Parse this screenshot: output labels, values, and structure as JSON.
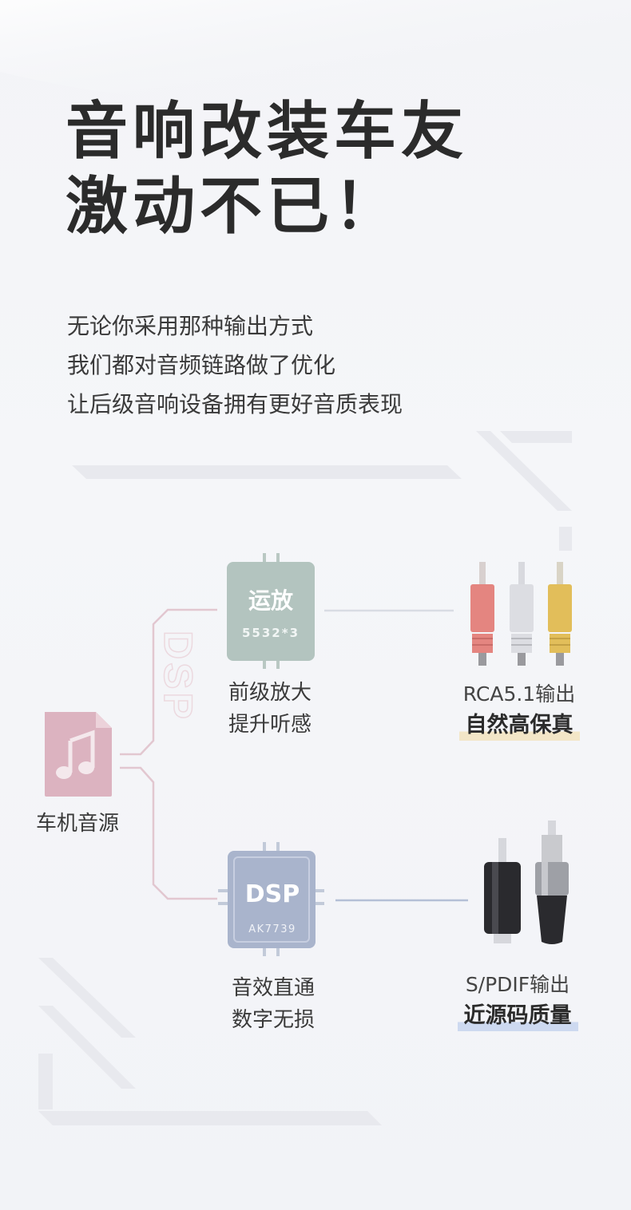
{
  "headline": {
    "line1": "音响改装车友",
    "line2": "激动不已！"
  },
  "intro": {
    "line1": "无论你采用那种输出方式",
    "line2": "我们都对音频链路做了优化",
    "line3": "让后级音响设备拥有更好音质表现"
  },
  "diagram": {
    "source": {
      "label": "车机音源",
      "icon": "music-file-icon"
    },
    "dsp_watermark": "DSP",
    "chip_opamp": {
      "title": "运放",
      "model": "5532*3",
      "caption1": "前级放大",
      "caption2": "提升听感"
    },
    "chip_dsp": {
      "title": "DSP",
      "model": "AK7739",
      "caption1": "音效直通",
      "caption2": "数字无损"
    },
    "output_rca": {
      "caption1": "RCA5.1输出",
      "caption2": "自然高保真",
      "icon": "rca-connectors-icon"
    },
    "output_spdif": {
      "caption1": "S/PDIF输出",
      "caption2": "近源码质量",
      "icon": "spdif-connectors-icon"
    }
  },
  "colors": {
    "source_pink": "#dcb3c0",
    "chip_green": "#b3c4bf",
    "chip_blue": "#a9b4cc",
    "line_pink": "#e2c7d0",
    "line_blue": "#b4bfd6",
    "rca_red": "#e48580",
    "rca_white": "#dcdde2",
    "rca_yellow": "#e2be5a",
    "highlight_yellow": "#f3e6c7",
    "highlight_blue": "#cdd9f0"
  }
}
